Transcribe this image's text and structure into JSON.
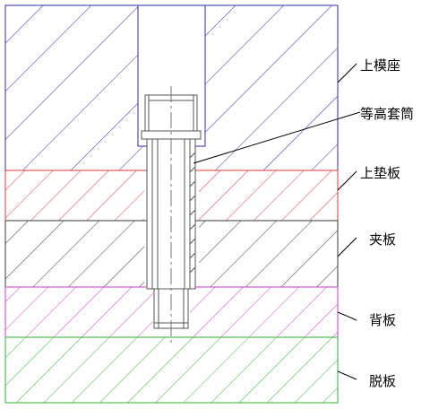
{
  "labels": {
    "upper_die_seat": "上模座",
    "spacer_sleeve": "等高套筒",
    "upper_backing_plate": "上垫板",
    "clamp_plate": "夹板",
    "back_plate": "背板",
    "stripper_plate": "脱板"
  },
  "colors": {
    "upper_die_seat": "#2e2ea8",
    "upper_backing_plate": "#e0343a",
    "clamp_plate": "#3a3a3a",
    "back_plate": "#d23ad2",
    "stripper_plate": "#2fb52f",
    "sleeve": "#555555",
    "leader": "#000000"
  }
}
